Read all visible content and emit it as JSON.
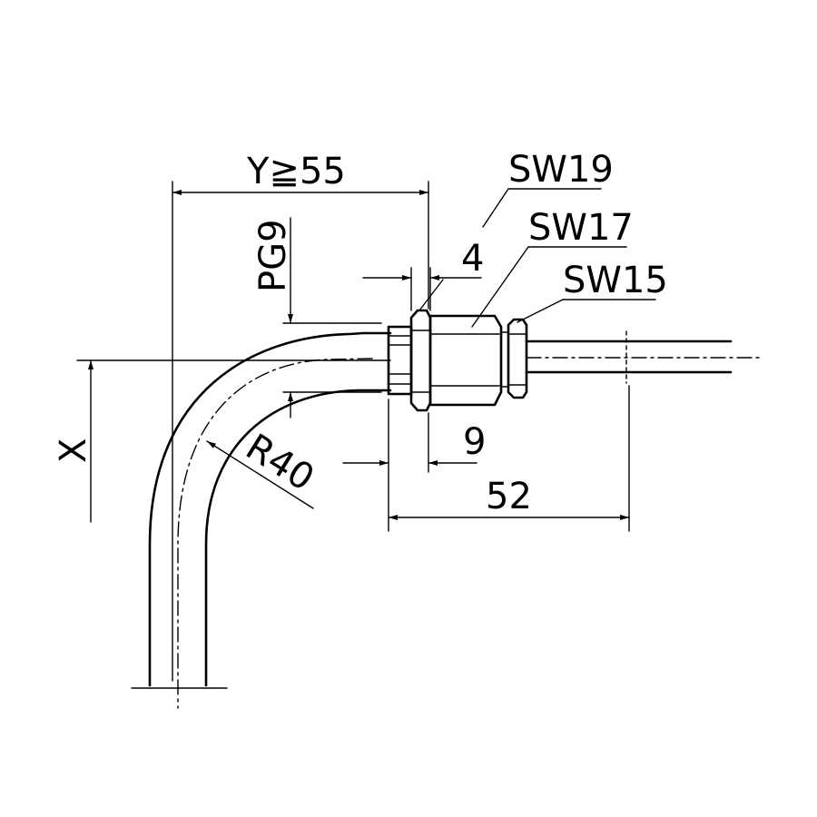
{
  "labels": {
    "y_dim": "Y≧55",
    "thread": "PG9",
    "wrench_19": "SW19",
    "wrench_17": "SW17",
    "wrench_15": "SW15",
    "dim_4": "4",
    "dim_9": "9",
    "dim_52": "52",
    "radius": "R40",
    "x_dim": "X"
  }
}
